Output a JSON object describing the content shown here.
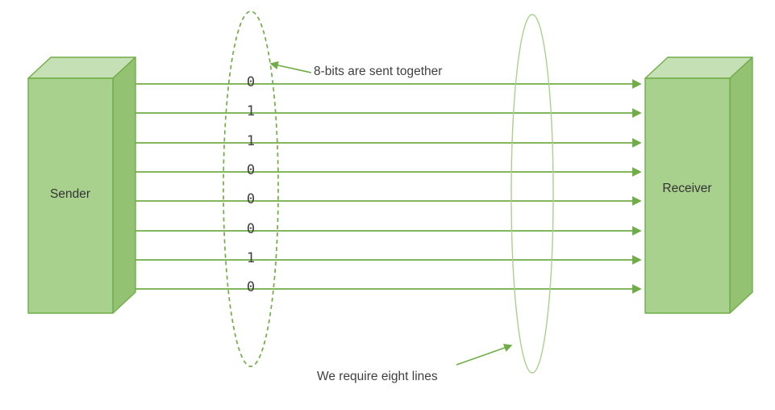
{
  "diagram": {
    "sender_label": "Sender",
    "receiver_label": "Receiver",
    "bits": [
      "0",
      "1",
      "1",
      "0",
      "0",
      "0",
      "1",
      "0"
    ],
    "annotations": {
      "top": "8-bits are sent together",
      "bottom": "We require eight lines"
    },
    "colors": {
      "line": "#70ad47",
      "box_fill": "#a9d18e",
      "box_top": "#c5e0b4",
      "box_side": "#93c372",
      "box_border": "#70ad47",
      "ellipse_dashed": "#70ad47",
      "ellipse_solid": "#a9d18e",
      "text": "#3f3f3f"
    }
  }
}
